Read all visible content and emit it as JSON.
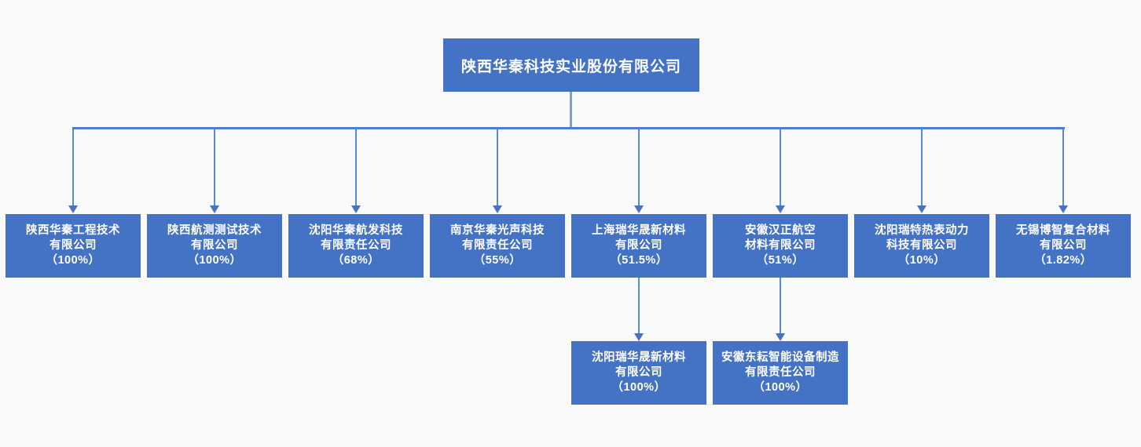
{
  "colors": {
    "box_blue": "#4472c4",
    "line_blue": "#4d7dd0",
    "text_white": "#ffffff",
    "background": "#fafafb"
  },
  "chart_data": {
    "type": "org-chart",
    "root": {
      "label": "陕西华秦科技实业股份有限公司"
    },
    "subsidiaries": [
      {
        "line1": "陕西华秦工程技术",
        "line2": "有限公司",
        "stake": "（100%）"
      },
      {
        "line1": "陕西航测测试技术",
        "line2": "有限公司",
        "stake": "（100%）"
      },
      {
        "line1": "沈阳华秦航发科技",
        "line2": "有限责任公司",
        "stake": "（68%）"
      },
      {
        "line1": "南京华秦光声科技",
        "line2": "有限责任公司",
        "stake": "（55%）"
      },
      {
        "line1": "上海瑞华晟新材料",
        "line2": "有限公司",
        "stake": "（51.5%）"
      },
      {
        "line1": "安徽汉正航空",
        "line2": "材料有限公司",
        "stake": "（51%）"
      },
      {
        "line1": "沈阳瑞特热表动力",
        "line2": "科技有限公司",
        "stake": "（10%）"
      },
      {
        "line1": "无锡博智复合材料",
        "line2": "有限公司",
        "stake": "（1.82%）"
      }
    ],
    "grandchildren": [
      {
        "parent_index": 4,
        "line1": "沈阳瑞华晟新材料",
        "line2": "有限公司",
        "stake": "（100%）"
      },
      {
        "parent_index": 5,
        "line1": "安徽东耘智能设备制造",
        "line2": "有限责任公司",
        "stake": "（100%）"
      }
    ]
  }
}
